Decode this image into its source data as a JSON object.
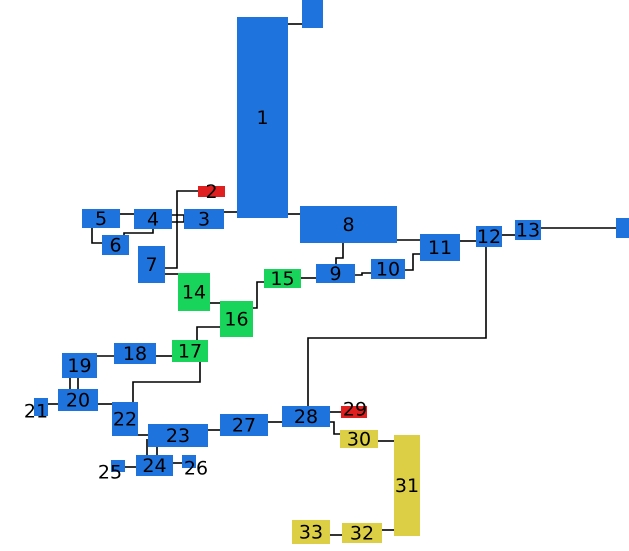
{
  "colors": {
    "blue": "#1f73dc",
    "red": "#e02020",
    "green": "#18d45a",
    "yellow": "#dccf46",
    "edge": "#000000",
    "background": "#ffffff"
  },
  "nodes": [
    {
      "id": "top-right-stub",
      "label": "",
      "color": "blue"
    },
    {
      "id": "1",
      "label": "1",
      "color": "blue"
    },
    {
      "id": "2",
      "label": "2",
      "color": "red"
    },
    {
      "id": "3",
      "label": "3",
      "color": "blue"
    },
    {
      "id": "4",
      "label": "4",
      "color": "blue"
    },
    {
      "id": "5",
      "label": "5",
      "color": "blue"
    },
    {
      "id": "6",
      "label": "6",
      "color": "blue"
    },
    {
      "id": "7",
      "label": "7",
      "color": "blue"
    },
    {
      "id": "8",
      "label": "8",
      "color": "blue"
    },
    {
      "id": "9",
      "label": "9",
      "color": "blue"
    },
    {
      "id": "10",
      "label": "10",
      "color": "blue"
    },
    {
      "id": "11",
      "label": "11",
      "color": "blue"
    },
    {
      "id": "12",
      "label": "12",
      "color": "blue"
    },
    {
      "id": "13",
      "label": "13",
      "color": "blue"
    },
    {
      "id": "right-edge-stub",
      "label": "",
      "color": "blue"
    },
    {
      "id": "14",
      "label": "14",
      "color": "green"
    },
    {
      "id": "15",
      "label": "15",
      "color": "green"
    },
    {
      "id": "16",
      "label": "16",
      "color": "green"
    },
    {
      "id": "17",
      "label": "17",
      "color": "green"
    },
    {
      "id": "18",
      "label": "18",
      "color": "blue"
    },
    {
      "id": "19",
      "label": "19",
      "color": "blue"
    },
    {
      "id": "20",
      "label": "20",
      "color": "blue"
    },
    {
      "id": "21",
      "label": "21",
      "color": "blue"
    },
    {
      "id": "22",
      "label": "22",
      "color": "blue"
    },
    {
      "id": "23",
      "label": "23",
      "color": "blue"
    },
    {
      "id": "24",
      "label": "24",
      "color": "blue"
    },
    {
      "id": "25",
      "label": "25",
      "color": "blue"
    },
    {
      "id": "26",
      "label": "26",
      "color": "blue"
    },
    {
      "id": "27",
      "label": "27",
      "color": "blue"
    },
    {
      "id": "28",
      "label": "28",
      "color": "blue"
    },
    {
      "id": "29",
      "label": "29",
      "color": "red"
    },
    {
      "id": "30",
      "label": "30",
      "color": "yellow"
    },
    {
      "id": "31",
      "label": "31",
      "color": "yellow"
    },
    {
      "id": "32",
      "label": "32",
      "color": "yellow"
    },
    {
      "id": "33",
      "label": "33",
      "color": "yellow"
    }
  ],
  "edges": [
    {
      "from": "1",
      "to": "top-right-stub"
    },
    {
      "from": "1",
      "to": "3"
    },
    {
      "from": "1",
      "to": "8"
    },
    {
      "from": "2",
      "to": "7"
    },
    {
      "from": "3",
      "to": "4"
    },
    {
      "from": "4",
      "to": "5"
    },
    {
      "from": "4",
      "to": "6"
    },
    {
      "from": "5",
      "to": "6"
    },
    {
      "from": "7",
      "to": "14"
    },
    {
      "from": "8",
      "to": "9"
    },
    {
      "from": "8",
      "to": "11"
    },
    {
      "from": "9",
      "to": "10"
    },
    {
      "from": "10",
      "to": "11"
    },
    {
      "from": "11",
      "to": "12"
    },
    {
      "from": "12",
      "to": "13"
    },
    {
      "from": "13",
      "to": "right-edge-stub"
    },
    {
      "from": "9",
      "to": "15"
    },
    {
      "from": "15",
      "to": "16"
    },
    {
      "from": "14",
      "to": "16"
    },
    {
      "from": "16",
      "to": "17"
    },
    {
      "from": "17",
      "to": "18"
    },
    {
      "from": "18",
      "to": "19"
    },
    {
      "from": "19",
      "to": "20"
    },
    {
      "from": "20",
      "to": "21"
    },
    {
      "from": "20",
      "to": "22"
    },
    {
      "from": "17",
      "to": "22"
    },
    {
      "from": "22",
      "to": "23"
    },
    {
      "from": "23",
      "to": "24"
    },
    {
      "from": "24",
      "to": "25"
    },
    {
      "from": "24",
      "to": "26"
    },
    {
      "from": "23",
      "to": "27"
    },
    {
      "from": "27",
      "to": "28"
    },
    {
      "from": "28",
      "to": "12"
    },
    {
      "from": "28",
      "to": "29"
    },
    {
      "from": "28",
      "to": "30"
    },
    {
      "from": "30",
      "to": "31"
    },
    {
      "from": "31",
      "to": "32"
    },
    {
      "from": "32",
      "to": "33"
    }
  ]
}
